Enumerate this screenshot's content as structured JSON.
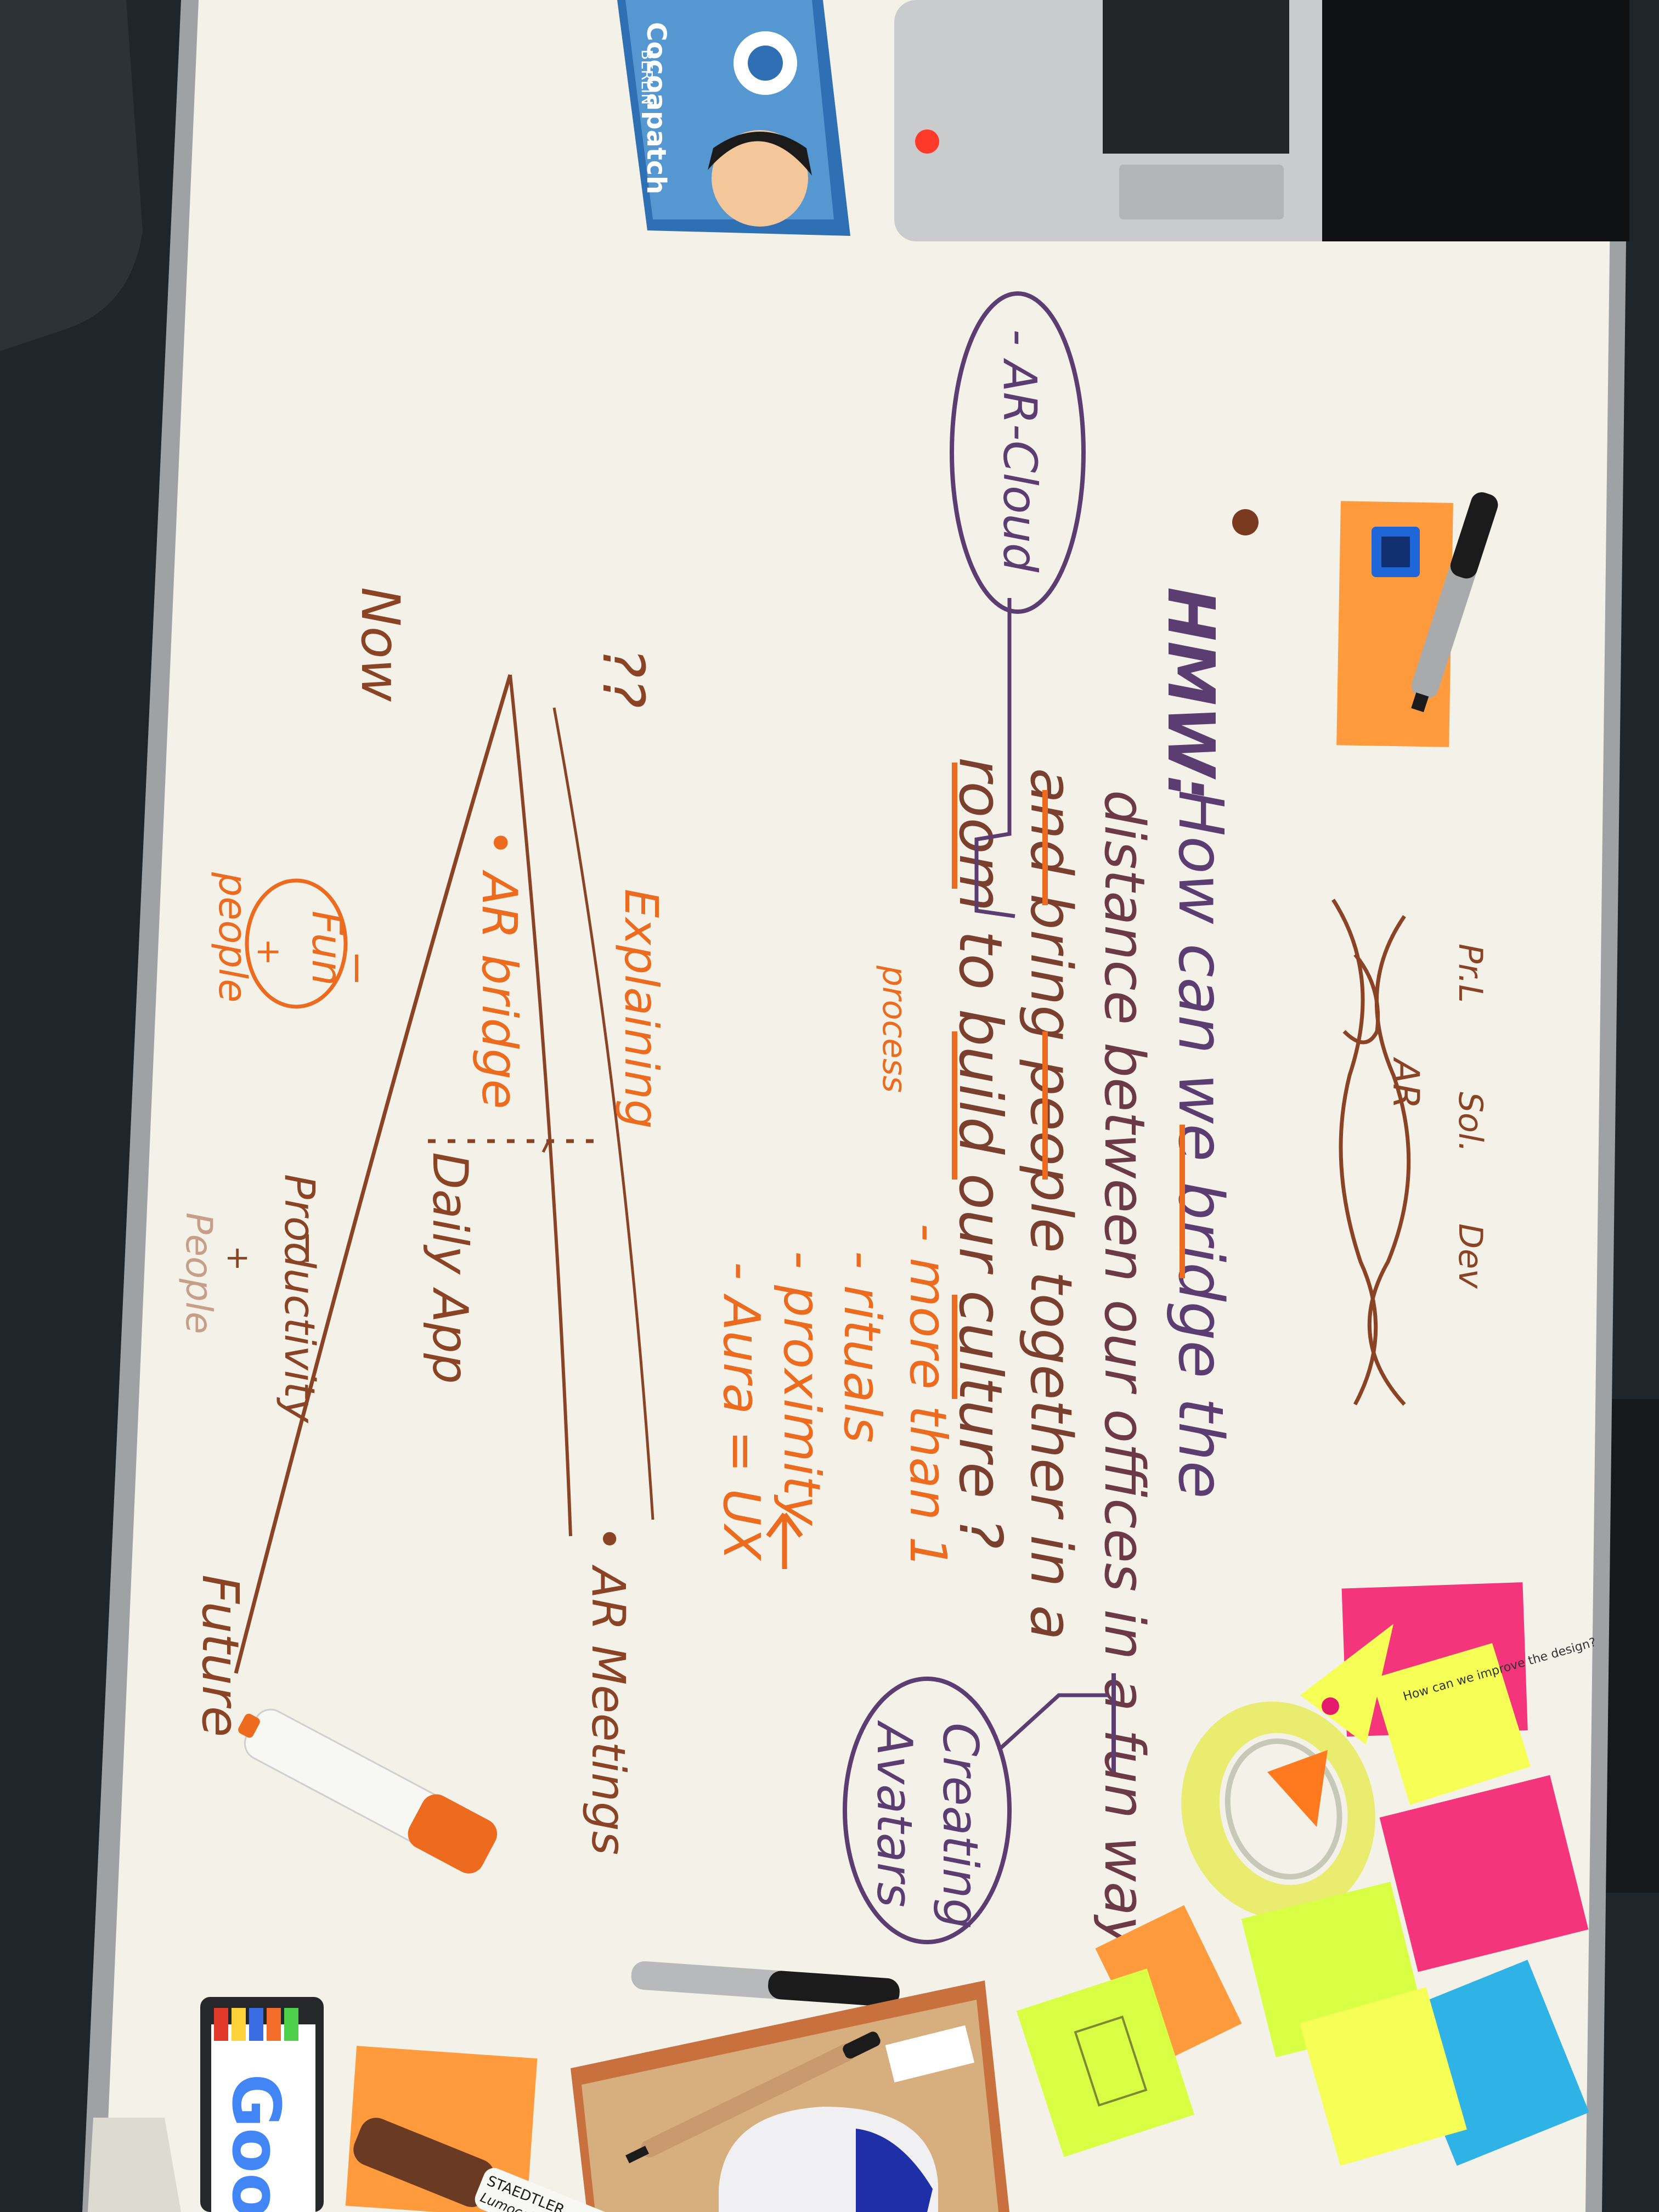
{
  "photo": {
    "subject": "whiteboard",
    "colors": {
      "background": "#1e262c",
      "board": "#f3f1e8",
      "frame": "#9ea2a4",
      "marker_brown": "#8a4425",
      "marker_orange": "#ec6b1f",
      "marker_purple": "#5b3d72",
      "postit_orange": "#ff9a3d",
      "postit_pink": "#f5357b",
      "postit_yellow": "#f6ff55",
      "postit_green": "#d9ff45",
      "postit_blue": "#2fb2e6"
    }
  },
  "whiteboard": {
    "hmw_label": "HMW:",
    "question_line1": "How can we bridge the",
    "question_line2": "distance between our offices in a fun way",
    "question_line3": "and bring people together in a",
    "question_line4": "room to build our culture ?",
    "process_note": "process",
    "list_items": [
      "- more than 1",
      "- rituals",
      "- proximity",
      "- Aura = UX"
    ],
    "bubble_ar_cloud": "- AR-Cloud",
    "bubble_avatars_line1": "Creating",
    "bubble_avatars_line2": "Avatars",
    "diagram_header": [
      "Pr.L",
      "Sol.",
      "Dev"
    ],
    "diagram_ar": "AR",
    "timeline": {
      "now": "Now",
      "future": "Future",
      "question_marks": "??",
      "explaining": "Explaining",
      "ar_bridge": "• AR bridge",
      "fun": "Fun",
      "people_left": "people",
      "daily_app": "Daily App",
      "productivity": "Productivity",
      "people_right": "People",
      "ar_meetings": "• AR Meetings",
      "plus": "+"
    }
  },
  "objects": {
    "sticker_brand": "Cocoapatch",
    "sticker_city": "BERLIN",
    "yellow_note_text": "How can we improve the design?",
    "marker_cap_brand": "STAEDTLER",
    "marker_cap_model": "Lumocolor",
    "crayon_box_brand": "Goo"
  }
}
